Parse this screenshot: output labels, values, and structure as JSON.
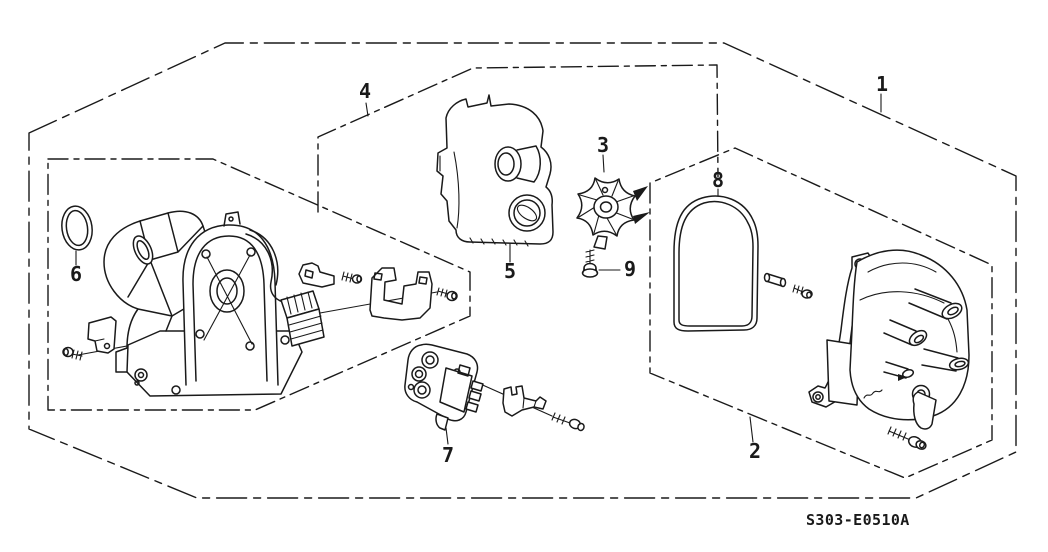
{
  "figure_type": "exploded-parts-diagram",
  "part_code": "S303-E0510A",
  "colors": {
    "line": "#1a1a1a",
    "background": "#ffffff"
  },
  "callouts": [
    {
      "label": "1"
    },
    {
      "label": "2"
    },
    {
      "label": "3"
    },
    {
      "label": "4"
    },
    {
      "label": "5"
    },
    {
      "label": "6"
    },
    {
      "label": "7"
    },
    {
      "label": "8"
    },
    {
      "label": "9"
    }
  ]
}
